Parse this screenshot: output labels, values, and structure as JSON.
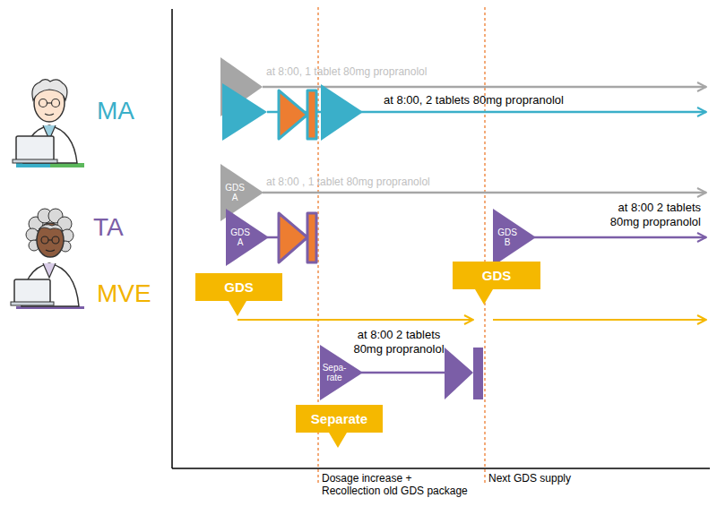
{
  "diagram": {
    "nodes": [
      {
        "text": [
          "GDS A"
        ]
      },
      {
        "text": [
          "GDS A"
        ]
      },
      {
        "text": [
          "GDS B"
        ]
      },
      {
        "text": [
          "GDS"
        ]
      },
      {
        "text": [
          "GDS"
        ]
      },
      {
        "text": [
          "Sepa- rate"
        ]
      },
      {
        "text": [
          "Separate"
        ]
      }
    ],
    "labels": [
      "MA",
      "TA",
      "MVE",
      "at 8:00, 1 tablet 80mg propranolol",
      "at 8:00, 2 tablets 80mg propranolol",
      "at 8:00 , 1 tablet 80mg propranolol",
      "at 8:00 2 tablets 80mg propranolol",
      "at 8:00 2 tablets 80mg propranolol",
      "Dosage increase + Recollection old GDS package",
      "Next GDS supply"
    ]
  }
}
